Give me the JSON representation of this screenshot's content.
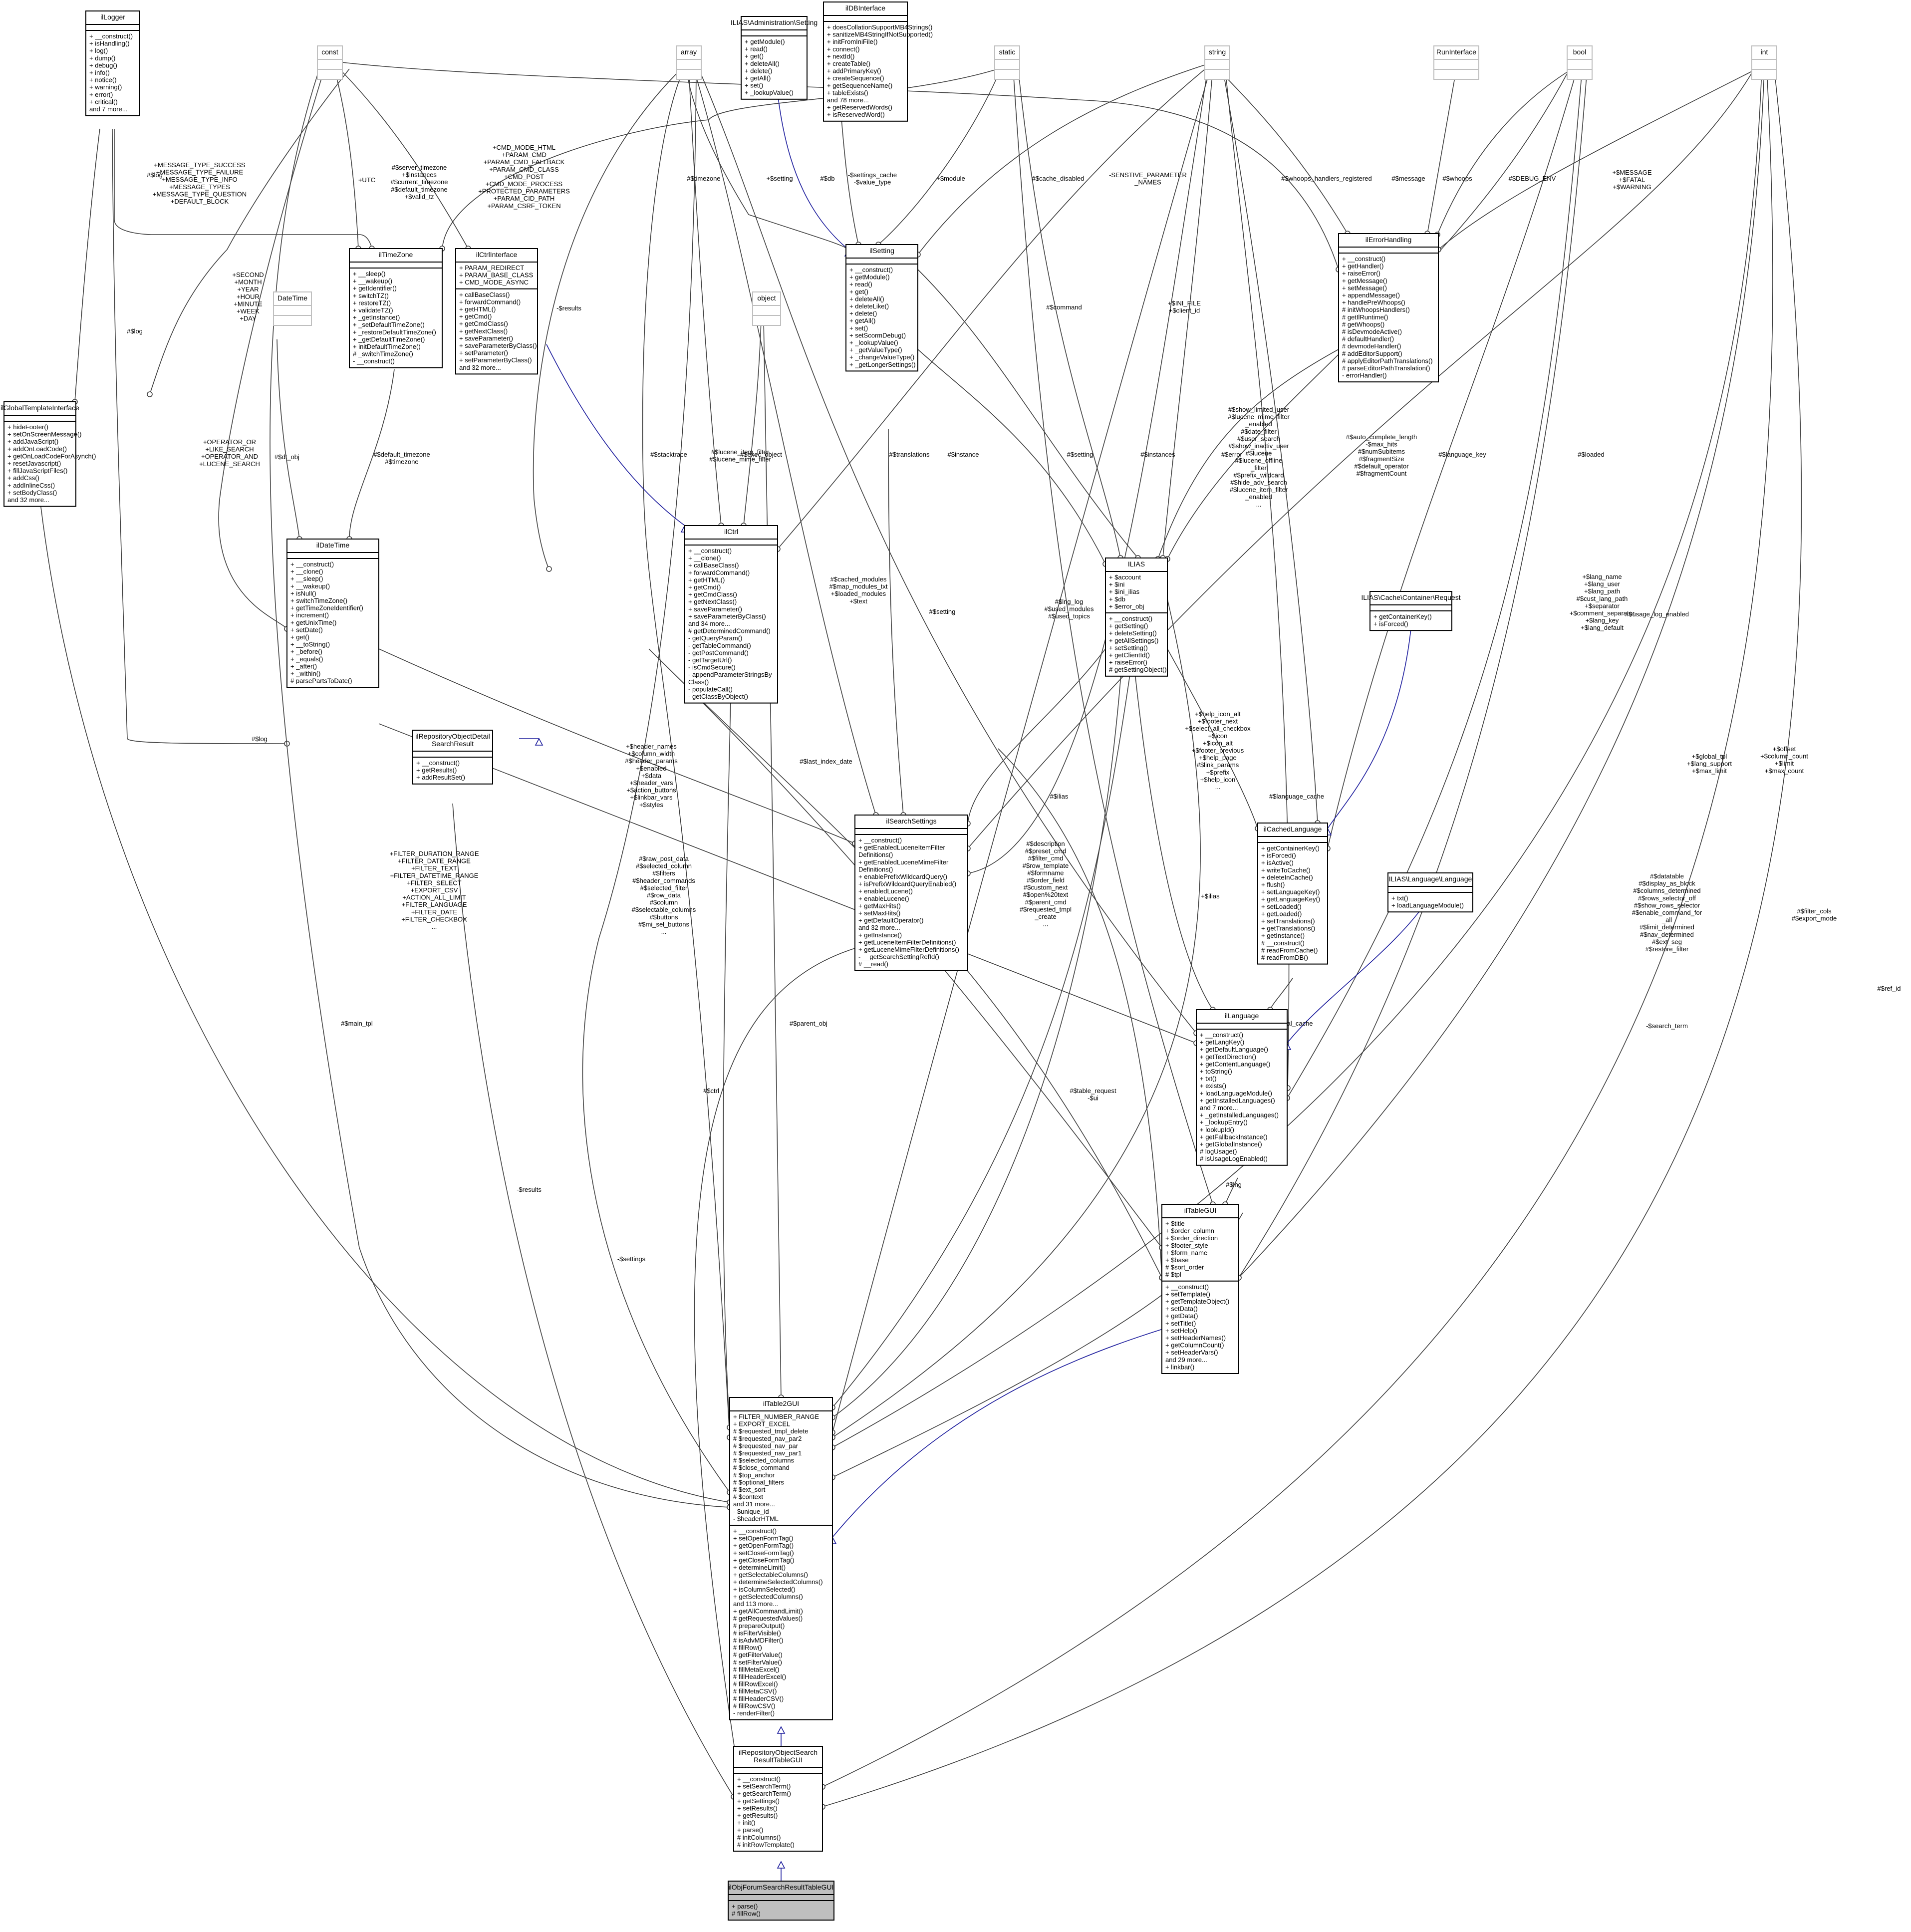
{
  "diagram": {
    "classes": {
      "ilLogger": {
        "name": "ilLogger",
        "attrs": [],
        "methods": [
          "+ __construct()",
          "+ isHandling()",
          "+ log()",
          "+ dump()",
          "+ debug()",
          "+ info()",
          "+ notice()",
          "+ warning()",
          "+ error()",
          "+ critical()",
          "and 7 more..."
        ]
      },
      "ilGlobalTemplateInterface": {
        "name": "ilGlobalTemplateInterface",
        "attrs": [],
        "methods": [
          "+ hideFooter()",
          "+ setOnScreenMessage()",
          "+ addJavaScript()",
          "+ addOnLoadCode()",
          "+ getOnLoadCodeForAsynch()",
          "+ resetJavascript()",
          "+ fillJavaScriptFiles()",
          "+ addCss()",
          "+ addInlineCss()",
          "+ setBodyClass()",
          "and 32 more..."
        ]
      },
      "const": {
        "name": "const"
      },
      "array": {
        "name": "array"
      },
      "ILIASAdministrationSetting": {
        "name": "ILIAS\\Administration\\Setting",
        "attrs": [],
        "methods": [
          "+ getModule()",
          "+ read()",
          "+ get()",
          "+ deleteAll()",
          "+ delete()",
          "+ getAll()",
          "+ set()",
          "+ _lookupValue()"
        ]
      },
      "ilDBInterface": {
        "name": "ilDBInterface",
        "attrs": [],
        "methods": [
          "+ doesCollationSupportMB4Strings()",
          "+ sanitizeMB4StringIfNotSupported()",
          "+ initFromIniFile()",
          "+ connect()",
          "+ nextId()",
          "+ createTable()",
          "+ addPrimaryKey()",
          "+ createSequence()",
          "+ getSequenceName()",
          "+ tableExists()",
          "and 78 more...",
          "+ getReservedWords()",
          "+ isReservedWord()"
        ]
      },
      "static": {
        "name": "static"
      },
      "string": {
        "name": "string"
      },
      "RunInterface": {
        "name": "RunInterface"
      },
      "bool": {
        "name": "bool"
      },
      "int": {
        "name": "int"
      },
      "ilTimeZone": {
        "name": "ilTimeZone",
        "attrs": [],
        "methods": [
          "+ __sleep()",
          "+ __wakeup()",
          "+ getIdentifier()",
          "+ switchTZ()",
          "+ restoreTZ()",
          "+ validateTZ()",
          "+ _getInstance()",
          "+ _setDefaultTimeZone()",
          "+ _restoreDefaultTimeZone()",
          "+ _getDefaultTimeZone()",
          "+ initDefaultTimeZone()",
          "# _switchTimeZone()",
          "- __construct()"
        ]
      },
      "ilCtrlInterface": {
        "name": "ilCtrlInterface",
        "attrs": [
          "+ PARAM_REDIRECT",
          "+ PARAM_BASE_CLASS",
          "+ CMD_MODE_ASYNC"
        ],
        "methods": [
          "+ callBaseClass()",
          "+ forwardCommand()",
          "+ getHTML()",
          "+ getCmd()",
          "+ getCmdClass()",
          "+ getNextClass()",
          "+ saveParameter()",
          "+ saveParameterByClass()",
          "+ setParameter()",
          "+ setParameterByClass()",
          "and 32 more..."
        ]
      },
      "DateTime": {
        "name": "DateTime"
      },
      "ilSetting": {
        "name": "ilSetting",
        "attrs": [],
        "methods": [
          "+ __construct()",
          "+ getModule()",
          "+ read()",
          "+ get()",
          "+ deleteAll()",
          "+ deleteLike()",
          "+ delete()",
          "+ getAll()",
          "+ set()",
          "+ setScormDebug()",
          "+ _lookupValue()",
          "+ _getValueType()",
          "+ _changeValueType()",
          "+ _getLongerSettings()"
        ]
      },
      "ilErrorHandling": {
        "name": "ilErrorHandling",
        "attrs": [],
        "methods": [
          "+ __construct()",
          "+ getHandler()",
          "+ raiseError()",
          "+ getMessage()",
          "+ setMessage()",
          "+ appendMessage()",
          "+ handlePreWhoops()",
          "# initWhoopsHandlers()",
          "# getIlRuntime()",
          "# getWhoops()",
          "# isDevmodeActive()",
          "# defaultHandler()",
          "# devmodeHandler()",
          "# addEditorSupport()",
          "# applyEditorPathTranslations()",
          "# parseEditorPathTranslation()",
          "- errorHandler()"
        ]
      },
      "object": {
        "name": "object"
      },
      "ilDateTime": {
        "name": "ilDateTime",
        "attrs": [],
        "methods": [
          "+ __construct()",
          "+ __clone()",
          "+ __sleep()",
          "+ __wakeup()",
          "+ isNull()",
          "+ switchTimeZone()",
          "+ getTimeZoneIdentifier()",
          "+ increment()",
          "+ getUnixTime()",
          "+ setDate()",
          "+ get()",
          "+ __toString()",
          "+ _before()",
          "+ _equals()",
          "+ _after()",
          "+ _within()",
          "# parsePartsToDate()"
        ]
      },
      "ilCtrl": {
        "name": "ilCtrl",
        "attrs": [],
        "methods": [
          "+ __construct()",
          "+ __clone()",
          "+ callBaseClass()",
          "+ forwardCommand()",
          "+ getHTML()",
          "+ getCmd()",
          "+ getCmdClass()",
          "+ getNextClass()",
          "+ saveParameter()",
          "+ saveParameterByClass()",
          "and 34 more...",
          "# getDeterminedCommand()",
          "- getQueryParam()",
          "- getTableCommand()",
          "- getPostCommand()",
          "- getTargetUrl()",
          "- isCmdSecure()",
          "- appendParameterStringsBy",
          "Class()",
          "- populateCall()",
          "- getClassByObject()"
        ]
      },
      "ILIAS": {
        "name": "ILIAS",
        "attrs": [
          "+ $account",
          "+ $ini",
          "+ $ini_ilias",
          "+ $db",
          "+ $error_obj"
        ],
        "methods": [
          "+ __construct()",
          "+ getSetting()",
          "+ deleteSetting()",
          "+ getAllSettings()",
          "+ setSetting()",
          "+ getClientId()",
          "+ raiseError()",
          "# getSettingObject()"
        ]
      },
      "ILIASCacheContainerRequest": {
        "name": "ILIAS\\Cache\\Container\\Request",
        "attrs": [],
        "methods": [
          "+ getContainerKey()",
          "+ isForced()"
        ]
      },
      "ilRepositoryObjectDetailSearchResult": {
        "name": "ilRepositoryObjectDetail\\nSearchResult",
        "attrs": [],
        "methods": [
          "+ __construct()",
          "+ getResults()",
          "+ addResultSet()"
        ]
      },
      "ilSearchSettings": {
        "name": "ilSearchSettings",
        "attrs": [],
        "methods": [
          "+ __construct()",
          "+ getEnabledLuceneItemFilter",
          "Definitions()",
          "+ getEnabledLuceneMimeFilter",
          "Definitions()",
          "+ enablePrefixWildcardQuery()",
          "+ isPrefixWildcardQueryEnabled()",
          "+ enabledLucene()",
          "+ enableLucene()",
          "+ getMaxHits()",
          "+ setMaxHits()",
          "+ getDefaultOperator()",
          "and 32 more...",
          "+ getInstance()",
          "+ getLuceneItemFilterDefinitions()",
          "+ getLuceneMimeFilterDefinitions()",
          "- __getSearchSettingRefId()",
          "# __read()"
        ]
      },
      "ilCachedLanguage": {
        "name": "ilCachedLanguage",
        "attrs": [],
        "methods": [
          "+ getContainerKey()",
          "+ isForced()",
          "+ isActive()",
          "+ writeToCache()",
          "+ deleteInCache()",
          "+ flush()",
          "+ setLanguageKey()",
          "+ getLanguageKey()",
          "+ setLoaded()",
          "+ getLoaded()",
          "+ setTranslations()",
          "+ getTranslations()",
          "+ getInstance()",
          "# __construct()",
          "# readFromCache()",
          "# readFromDB()"
        ]
      },
      "ILIASLanguageLanguage": {
        "name": "ILIAS\\Language\\Language",
        "attrs": [],
        "methods": [
          "+ txt()",
          "+ loadLanguageModule()"
        ]
      },
      "ilLanguage": {
        "name": "ilLanguage",
        "attrs": [],
        "methods": [
          "+ __construct()",
          "+ getLangKey()",
          "+ getDefaultLanguage()",
          "+ getTextDirection()",
          "+ getContentLanguage()",
          "+ toString()",
          "+ txt()",
          "+ exists()",
          "+ loadLanguageModule()",
          "+ getInstalledLanguages()",
          "and 7 more...",
          "+ _getInstalledLanguages()",
          "+ _lookupEntry()",
          "+ lookupId()",
          "+ getFallbackInstance()",
          "+ getGlobalInstance()",
          "# logUsage()",
          "# isUsageLogEnabled()"
        ]
      },
      "ilTableGUI": {
        "name": "ilTableGUI",
        "attrs": [
          "+ $title",
          "+ $order_column",
          "+ $order_direction",
          "+ $footer_style",
          "+ $form_name",
          "+ $base",
          "# $sort_order",
          "# $tpl"
        ],
        "methods": [
          "+ __construct()",
          "+ setTemplate()",
          "+ getTemplateObject()",
          "+ setData()",
          "+ getData()",
          "+ setTitle()",
          "+ setHelp()",
          "+ setHeaderNames()",
          "+ getColumnCount()",
          "+ setHeaderVars()",
          "and 29 more...",
          "+ linkbar()"
        ]
      },
      "ilTable2GUI": {
        "name": "ilTable2GUI",
        "attrs": [
          "+ FILTER_NUMBER_RANGE",
          "+ EXPORT_EXCEL",
          "# $requested_tmpl_delete",
          "# $requested_nav_par2",
          "# $requested_nav_par",
          "# $requested_nav_par1",
          "# $selected_columns",
          "# $close_command",
          "# $top_anchor",
          "# $optional_filters",
          "# $ext_sort",
          "# $context",
          "and 31 more...",
          "- $unique_id",
          "- $headerHTML"
        ],
        "methods": [
          "+ __construct()",
          "+ setOpenFormTag()",
          "+ getOpenFormTag()",
          "+ setCloseFormTag()",
          "+ getCloseFormTag()",
          "+ determineLimit()",
          "+ getSelectableColumns()",
          "+ determineSelectedColumns()",
          "+ isColumnSelected()",
          "+ getSelectedColumns()",
          "and 113 more...",
          "+ getAllCommandLimit()",
          "# getRequestedValues()",
          "# prepareOutput()",
          "# isFilterVisible()",
          "# isAdvMDFilter()",
          "# fillRow()",
          "# getFilterValue()",
          "# setFilterValue()",
          "# fillMetaExcel()",
          "# fillHeaderExcel()",
          "# fillRowExcel()",
          "# fillMetaCSV()",
          "# fillHeaderCSV()",
          "# fillRowCSV()",
          "- renderFilter()"
        ]
      },
      "ilRepositoryObjectSearchResultTableGUI": {
        "name": "ilRepositoryObjectSearch\\nResultTableGUI",
        "attrs": [],
        "methods": [
          "+ __construct()",
          "+ setSearchTerm()",
          "+ getSearchTerm()",
          "+ getSettings()",
          "+ setResults()",
          "+ getResults()",
          "+ init()",
          "+ parse()",
          "# initColumns()",
          "# initRowTemplate()"
        ]
      },
      "ilObjForumSearchResultTableGUI": {
        "name": "ilObjForumSearchResultTableGUI",
        "attrs": [],
        "methods": [
          "+ parse()",
          "# fillRow()"
        ]
      }
    },
    "edge_labels": {
      "log1": "#$log",
      "log2": "#$log",
      "log3": "#$log",
      "msgtypes": "+MESSAGE_TYPE_SUCCESS\\n+MESSAGE_TYPE_FAILURE\\n+MESSAGE_TYPE_INFO\\n+MESSAGE_TYPES\\n+MESSAGE_TYPE_QUESTION\\n+DEFAULT_BLOCK",
      "utc": "+UTC",
      "tzvars": "#$server_timezone\\n+$instances\\n#$current_timezone\\n#$default_timezone\\n+$valid_tz",
      "cmdmodes": "+CMD_MODE_HTML\\n+PARAM_CMD\\n+PARAM_CMD_FALLBACK\\n+PARAM_CMD_CLASS\\n+CMD_POST\\n+CMD_MODE_PROCESS\\n+PROTECTED_PARAMETERS\\n+PARAM_CID_PATH\\n+PARAM_CSRF_TOKEN",
      "timezone": "#$timezone",
      "setting1": "+$setting",
      "db": "#$db",
      "settingscache": "-$settings_cache\\n-$value_type",
      "module": "+$module",
      "cachedisabled": "#$cache_disabled",
      "sensitive": "-SENSTIVE_PARAMETER\\n_NAMES",
      "whoopshandlers": "#$whoops_handlers_registered",
      "message": "#$message",
      "whoops": "#$whoops",
      "debugenv": "#$DEBUG_ENV",
      "fatal": "+$MESSAGE\\n+$FATAL\\n+$WARNING",
      "results1": "-$results",
      "timeunits": "+SECOND\\n+MONTH\\n+YEAR\\n+HOUR\\n+MINUTE\\n+WEEK\\n+DAY",
      "dtobj": "#$dt_obj",
      "defaulttz": "#$default_timezone\\n#$timezone",
      "stacktrace": "#$stacktrace",
      "lucenefilter": "#$lucene_item_filter\\n#$lucene_mime_filter",
      "execobject": "#$exec_object",
      "translations": "#$translations",
      "instance": "#$instance",
      "command": "#$command",
      "setting2": "#$setting",
      "instances": "#$instances",
      "ini": "+$INI_FILE\\n+$client_id",
      "lucenelist": "#$show_limited_user\\n#$lucene_mime_filter\\n_enabled\\n#$date_filter\\n#$user_search\\n#$show_inactiv_user\\n#$lucene\\n#$lucene_offline\\n_filter\\n#$prefix_wildcard\\n#$hide_adv_search\\n#$lucene_item_filter\\n_enabled\\n...",
      "autocomplete": "#$auto_complete_length\\n-$max_hits\\n#$numSubitems\\n#$fragmentSize\\n#$default_operator\\n#$fragmentCount",
      "error": "#$error",
      "languagekey": "#$language_key",
      "loaded": "#$loaded",
      "operators": "+OPERATOR_OR\\n+LIKE_SEARCH\\n+OPERATOR_AND\\n+LUCENE_SEARCH",
      "cachedmodules": "#$cached_modules\\n#$map_modules_txt\\n+$loaded_modules\\n+$text",
      "setting3": "#$setting",
      "lnglog": "#$lng_log\\n#$used_modules\\n#$used_topics",
      "langlist": "+$lang_name\\n+$lang_user\\n+$lang_path\\n#$cust_lang_path\\n+$separator\\n+$comment_separator\\n+$lang_key\\n+$lang_default",
      "usagelog": "#$usage_log_enabled",
      "headernames": "+$header_names\\n+$column_width\\n#$header_params\\n+$enabled\\n+$data\\n+$header_vars\\n+$action_buttons\\n+$linkbar_vars\\n+$styles",
      "lastindex": "#$last_index_date",
      "helpicon": "+$help_icon_alt\\n+$footer_next\\n+$select_all_checkbox\\n+$icon\\n+$icon_alt\\n+$footer_previous\\n+$help_page\\n#$link_params\\n+$prefix\\n+$help_icon\\n...",
      "languagecache": "#$language_cache",
      "ilias1": "#$ilias",
      "ilias2": "+$ilias",
      "globaltpl": "+$global_tpl\\n+$lang_support\\n+$max_limit",
      "offset": "+$offset\\n+$column_count\\n+$limit\\n+$max_count",
      "filterdur": "+FILTER_DURATION_RANGE\\n+FILTER_DATE_RANGE\\n+FILTER_TEXT\\n+FILTER_DATETIME_RANGE\\n+FILTER_SELECT\\n+EXPORT_CSV\\n+ACTION_ALL_LIMIT\\n+FILTER_LANGUAGE\\n+FILTER_DATE\\n+FILTER_CHECKBOX\\n...",
      "rawpost": "#$raw_post_data\\n#$selected_column\\n#$filters\\n#$header_commands\\n#$selected_filter\\n#$row_data\\n#$column\\n#$selectable_columns\\n#$buttons\\n#$mi_sel_buttons\\n...",
      "description": "#$description\\n#$preset_cmd\\n#$filter_cmd\\n#$row_template\\n#$formname\\n#$order_field\\n#$custom_next\\n#$open%20text\\n#$parent_cmd\\n#$requested_tmpl\\n_create\\n...",
      "datatable": "#$datatable\\n#$display_as_block\\n#$columns_determined\\n#$rows_selector_off\\n#$show_rows_selector\\n#$enable_command_for\\n_all\\n#$limit_determined\\n#$nav_determined\\n#$ext_seg\\n#$restore_filter",
      "filtercols": "#$filter_cols\\n#$export_mode",
      "refid": "#$ref_id",
      "maintpl": "#$main_tpl",
      "parentobj": "#$parent_obj",
      "ctrl": "#$ctrl",
      "tablerequest": "#$table_request\\n-$ui",
      "globalcache": "#$global_cache",
      "lng": "#$lng",
      "results2": "-$results",
      "settings": "-$settings",
      "searchterm": "-$search_term"
    }
  }
}
